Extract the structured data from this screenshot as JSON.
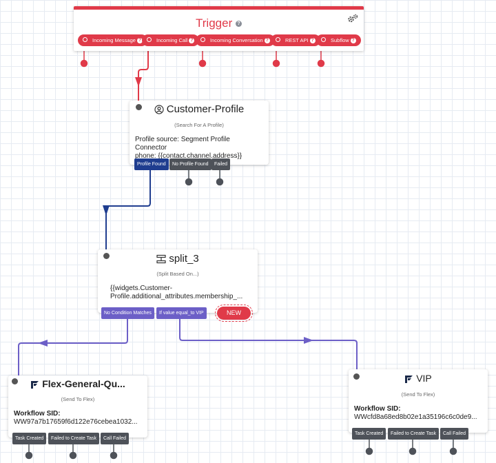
{
  "trigger": {
    "title": "Trigger",
    "help_glyph": "?",
    "settings_icon": "gears-icon",
    "transitions": [
      {
        "label": "Incoming Message"
      },
      {
        "label": "Incoming Call"
      },
      {
        "label": "Incoming Conversation"
      },
      {
        "label": "REST API"
      },
      {
        "label": "Subflow"
      }
    ]
  },
  "customer_profile": {
    "icon": "person-circle-icon",
    "title": "Customer-Profile",
    "subtitle": "(Search For A Profile)",
    "line1": "Profile source: Segment Profile Connector",
    "line2": "phone: {{contact.channel.address}}",
    "transitions": [
      "Profile Found",
      "No Profile Found",
      "Failed"
    ]
  },
  "split": {
    "icon": "split-icon",
    "title": "split_3",
    "subtitle": "(Split Based On...)",
    "line1": "{{widgets.Customer-",
    "line2": "Profile.additional_attributes.membership_...",
    "transitions": [
      "No Condition Matches",
      "If value equal_to VIP"
    ],
    "new_label": "NEW"
  },
  "flex_general": {
    "icon": "flex-logo-icon",
    "title": "Flex-General-Qu...",
    "subtitle": "(Send To Flex)",
    "sid_label": "Workflow SID:",
    "sid_value": "WW97a7b17659f6d122e76cebea1032...",
    "transitions": [
      "Task Created",
      "Failed to Create Task",
      "Call Failed"
    ]
  },
  "vip": {
    "icon": "flex-logo-icon",
    "title": "VIP",
    "subtitle": "(Send To Flex)",
    "sid_label": "Workflow SID:",
    "sid_value": "WWcfd8a68ed8b02e1a35196c6c0de9...",
    "transitions": [
      "Task Created",
      "Failed to Create Task",
      "Call Failed"
    ]
  },
  "colors": {
    "trigger_red": "#e03a49",
    "profile_found_blue": "#1f3d8f",
    "split_purple": "#6c5fc7",
    "neutral_tag": "#4e5259"
  }
}
